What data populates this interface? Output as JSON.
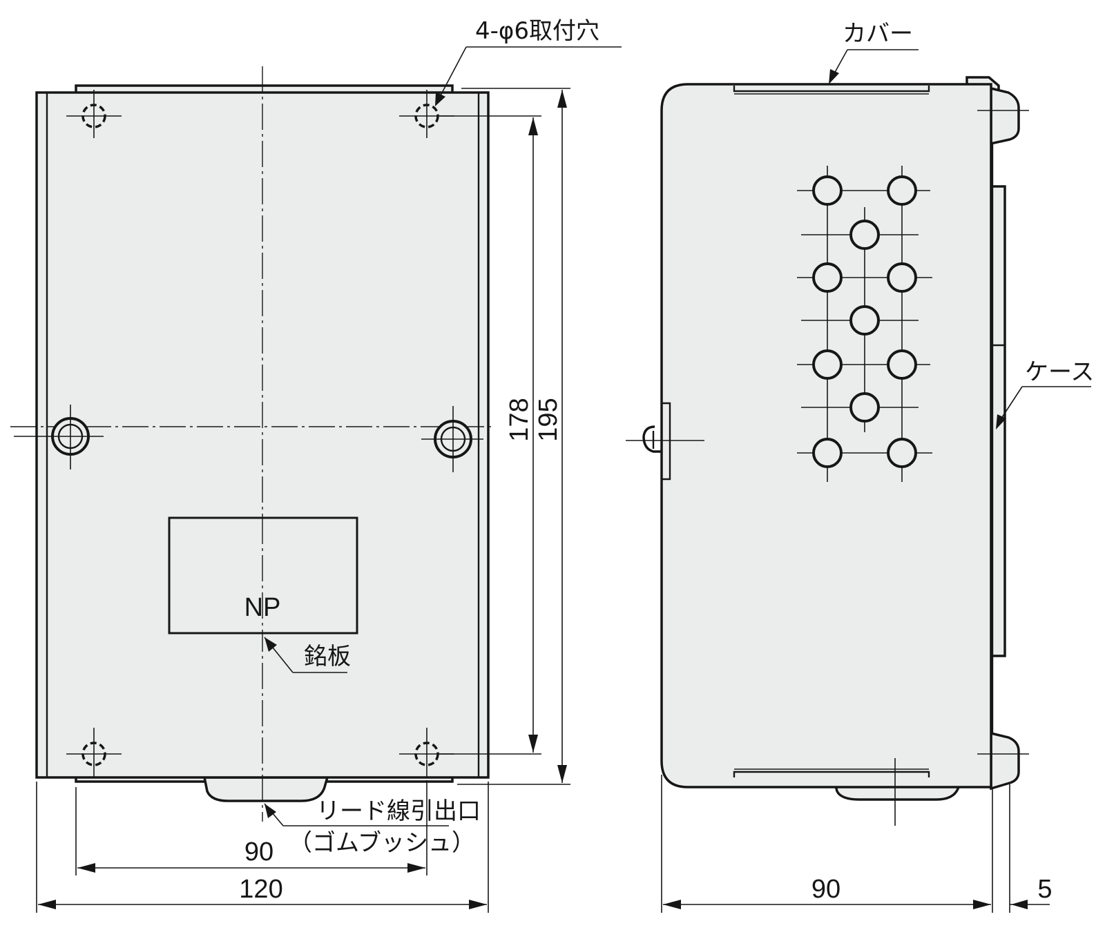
{
  "labels": {
    "mounting_holes": "4-φ6取付穴",
    "cover": "カバー",
    "case": "ケース",
    "nameplate_box": "NP",
    "nameplate": "銘板",
    "lead_outlet": "リード線引出口",
    "grommet": "（ゴムブッシュ）"
  },
  "dimensions": {
    "front_width": "120",
    "hole_pitch_width": "90",
    "hole_pitch_height": "178",
    "front_height": "195",
    "side_depth": "90",
    "side_extra": "5"
  }
}
